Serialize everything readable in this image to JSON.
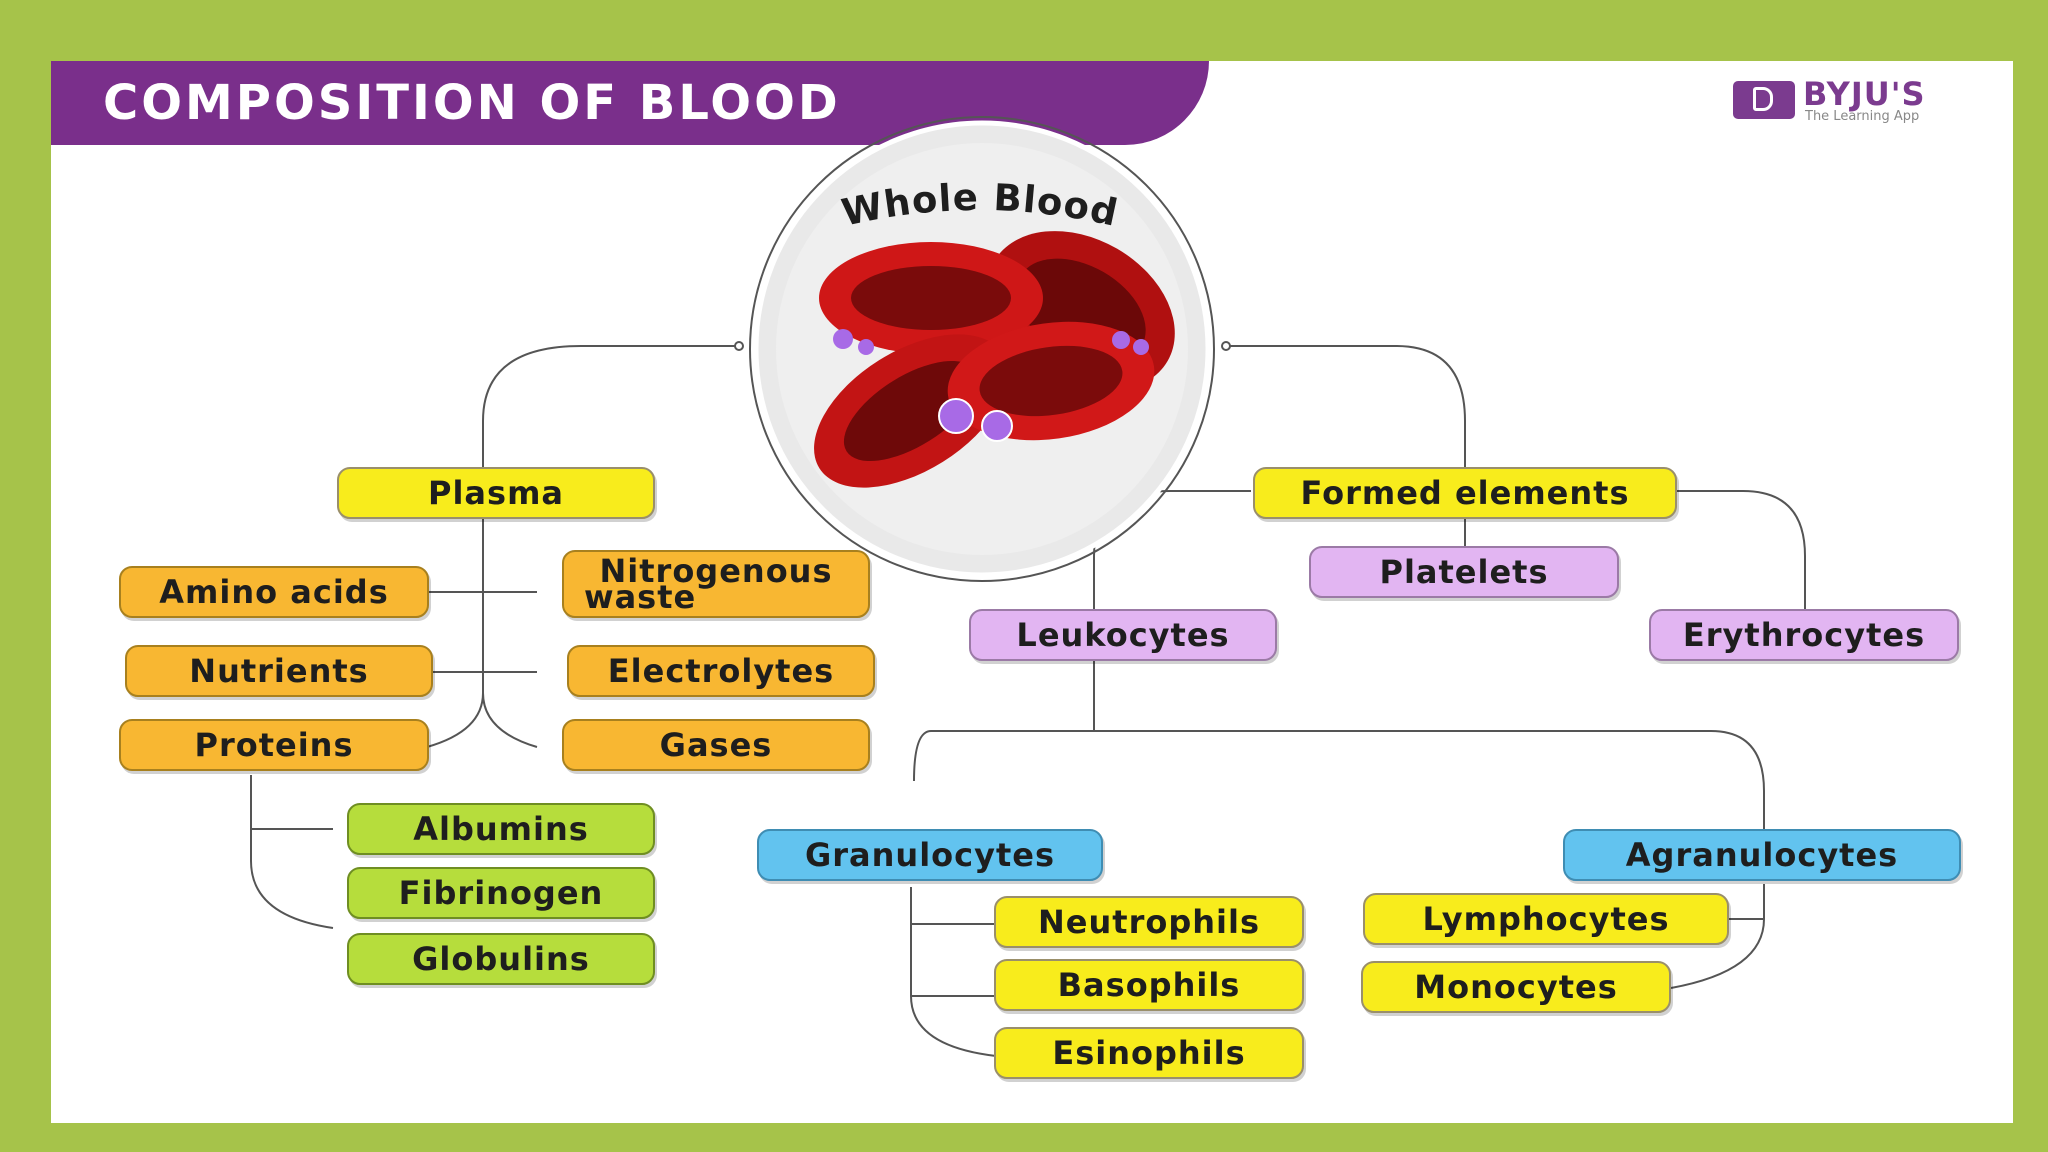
{
  "header": {
    "title": "COMPOSITION OF BLOOD"
  },
  "logo": {
    "name": "BYJU'S",
    "tagline": "The Learning App"
  },
  "colors": {
    "border_background": "#a6c34a",
    "banner": "#7a2f8b",
    "level1": "#f8ec1c",
    "plasma_components": "#f8b732",
    "proteins": "#b6dd3c",
    "cells": "#e2b5f2",
    "leukocyte_classes": "#62c3ef",
    "leukocyte_types": "#f8ec1c"
  },
  "diagram": {
    "root": "Whole Blood",
    "plasma": {
      "label": "Plasma",
      "components": {
        "amino_acids": "Amino acids",
        "nitrogenous_waste_line1": "Nitrogenous",
        "nitrogenous_waste_line2": "waste",
        "nutrients": "Nutrients",
        "electrolytes": "Electrolytes",
        "proteins": "Proteins",
        "gases": "Gases"
      },
      "proteins": {
        "albumins": "Albumins",
        "fibrinogen": "Fibrinogen",
        "globulins": "Globulins"
      }
    },
    "formed_elements": {
      "label": "Formed elements",
      "platelets": "Platelets",
      "leukocytes": "Leukocytes",
      "erythrocytes": "Erythrocytes",
      "granulocytes": {
        "label": "Granulocytes",
        "neutrophils": "Neutrophils",
        "basophils": "Basophils",
        "esinophils": "Esinophils"
      },
      "agranulocytes": {
        "label": "Agranulocytes",
        "lymphocytes": "Lymphocytes",
        "monocytes": "Monocytes"
      }
    }
  }
}
